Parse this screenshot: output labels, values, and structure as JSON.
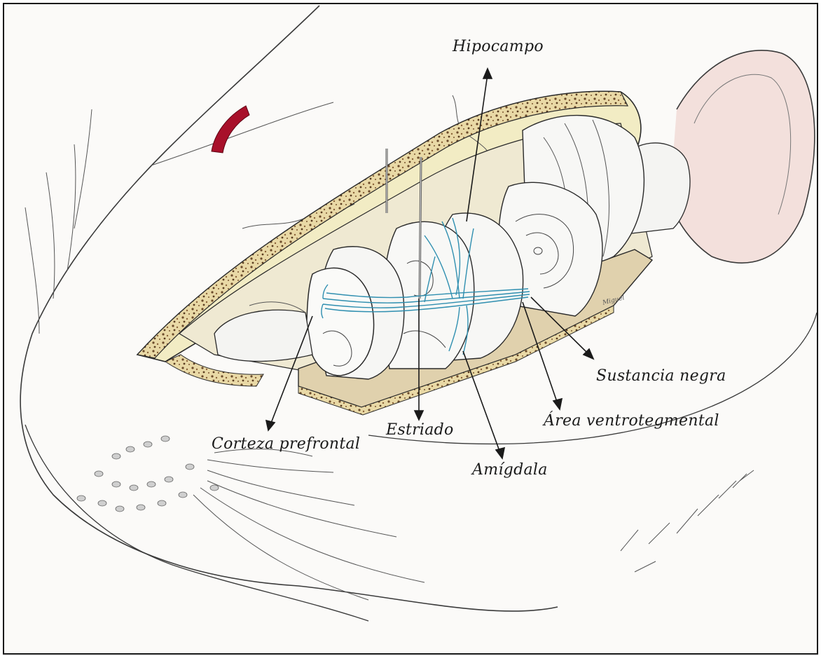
{
  "labels": {
    "hipocampo": "Hipocampo",
    "sustancia_negra": "Sustancia negra",
    "area_ventrotegmental": "Área ventrotegmental",
    "estriado": "Estriado",
    "amigdala": "Amígdala",
    "corteza_prefrontal": "Corteza prefrontal"
  },
  "signature": "Miguel",
  "colors": {
    "outline": "#2a2a2a",
    "bone": "#f2ecc4",
    "skull_cavity": "#f6f2d8",
    "porous_bone": "#6b4a2a",
    "base_plate": "#e0d1ad",
    "brain": "#fbfbf9",
    "brain_shadow": "#dcdcdc",
    "pathway": "#2f8fb0",
    "eye": "#a8102a",
    "skin": "#f4f1ee",
    "ear": "#f3e0dc"
  },
  "icons": [
    "rat-head-illustration",
    "electrode-icon",
    "dopamine-pathway-icon"
  ]
}
